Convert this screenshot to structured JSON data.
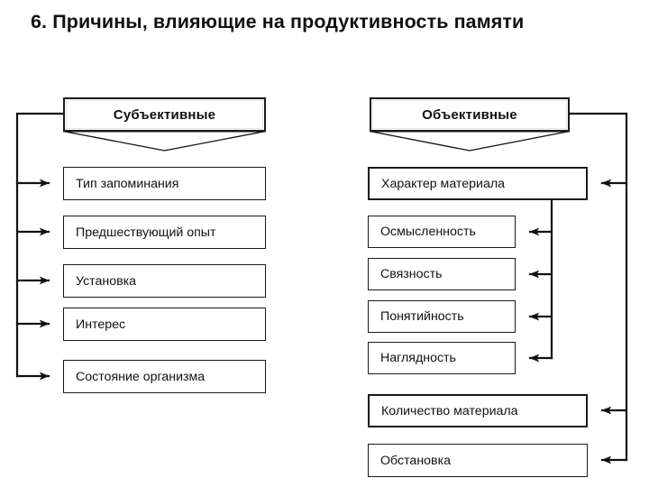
{
  "slide": {
    "title": "6. Причины, влияющие на продуктивность памяти",
    "background_color": "#ffffff",
    "ink_color": "#111111"
  },
  "branches": [
    {
      "id": "subjective",
      "header": {
        "label": "Субъективные"
      },
      "items": [
        {
          "label": "Тип запоминания"
        },
        {
          "label": "Предшествующий опыт"
        },
        {
          "label": "Установка"
        },
        {
          "label": "Интерес"
        },
        {
          "label": "Состояние организма"
        }
      ]
    },
    {
      "id": "objective",
      "header": {
        "label": "Объективные"
      },
      "items": [
        {
          "label": "Характер материала"
        },
        {
          "label": "Количество материала"
        },
        {
          "label": "Обстановка"
        }
      ],
      "sub_items": [
        {
          "label": "Осмысленность"
        },
        {
          "label": "Связность"
        },
        {
          "label": "Понятийность"
        },
        {
          "label": "Наглядность"
        }
      ]
    }
  ]
}
